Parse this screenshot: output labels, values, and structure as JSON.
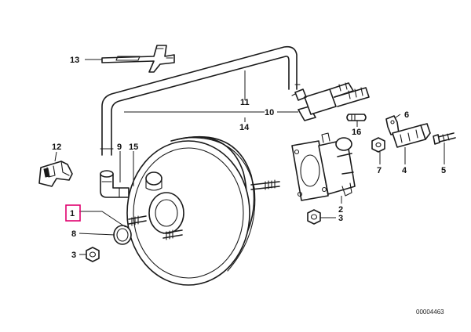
{
  "callouts": {
    "c1": "1",
    "c2": "2",
    "c3a": "3",
    "c3b": "3",
    "c4": "4",
    "c5": "5",
    "c6": "6",
    "c7": "7",
    "c8": "8",
    "c9": "9",
    "c10": "10",
    "c11": "11",
    "c12": "12",
    "c13": "13",
    "c14": "14",
    "c15": "15",
    "c16": "16"
  },
  "reference_number": "00004463",
  "highlight_color": "#e0006e"
}
